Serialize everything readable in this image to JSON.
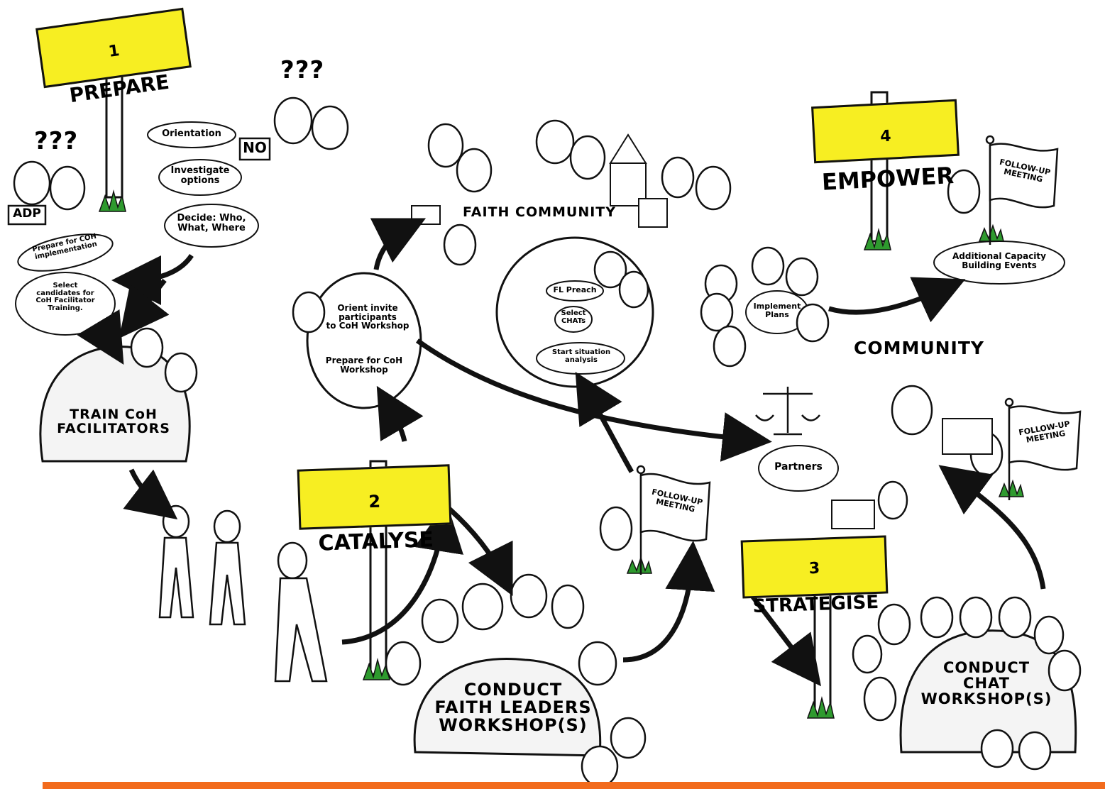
{
  "colors": {
    "sign_yellow": "#f7ee22",
    "accent_orange": "#f26b1d",
    "ink": "#111111",
    "grass": "#2e9a2e"
  },
  "steps": {
    "prepare": {
      "number": "1",
      "label": "PREPARE"
    },
    "catalyse": {
      "number": "2",
      "label": "CATALYSE"
    },
    "strategise": {
      "number": "3",
      "label": "STRATEGISE"
    },
    "empower": {
      "number": "4",
      "label": "EMPOWER"
    }
  },
  "prepare_stage": {
    "question_marks": "???",
    "adp_label": "ADP",
    "orientation": "Orientation",
    "no_label": "NO",
    "investigate": "Investigate\noptions",
    "decide": "Decide: Who,\nWhat, Where",
    "prepare_coh": "Prepare for COH\nimplementation",
    "select_candidates": "Select\ncandidates for\nCoH Facilitator\nTraining."
  },
  "train": {
    "label": "TRAIN CoH\nFACILITATORS"
  },
  "catalyse_stage": {
    "orient_invite": "Orient invite\nparticipants\nto CoH Workshop",
    "prepare_workshop": "Prepare for CoH\nWorkshop",
    "faith_community": "FAITH COMMUNITY",
    "fl_preach": "FL Preach",
    "select_chats": "Select\nCHATs",
    "situation_analysis": "Start situation\nanalysis",
    "conduct_fl_workshop": "CONDUCT\nFAITH LEADERS\nWORKSHOP(S)"
  },
  "flags": {
    "follow_up": "FOLLOW-UP\nMEETING"
  },
  "strategise_stage": {
    "partners": "Partners",
    "conduct_chat": "CONDUCT\nCHAT\nWORKSHOP(S)"
  },
  "empower_stage": {
    "implement_plans": "Implement\nPlans",
    "community": "COMMUNITY",
    "additional_capacity": "Additional Capacity\nBuilding Events"
  }
}
